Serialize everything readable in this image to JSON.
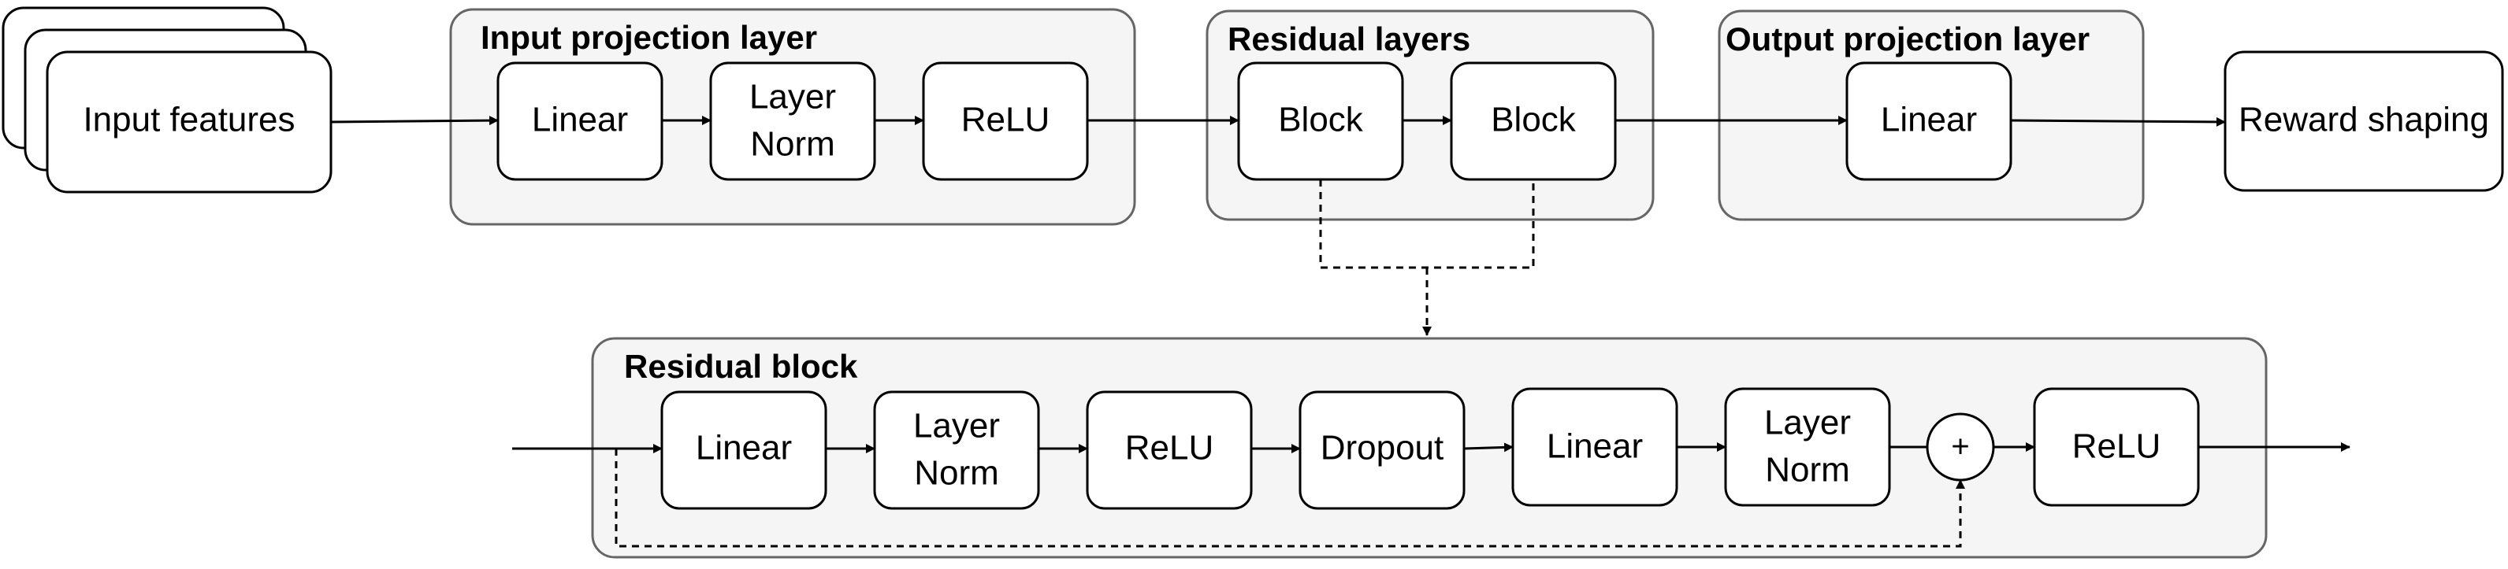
{
  "input_node": {
    "label": "Input features"
  },
  "input_projection": {
    "title": "Input projection layer",
    "nodes": [
      {
        "lines": [
          "Linear"
        ]
      },
      {
        "lines": [
          "Layer",
          "Norm"
        ]
      },
      {
        "lines": [
          "ReLU"
        ]
      }
    ]
  },
  "residual_layers": {
    "title": "Residual layers",
    "nodes": [
      {
        "lines": [
          "Block"
        ]
      },
      {
        "lines": [
          "Block"
        ]
      }
    ]
  },
  "output_projection": {
    "title": "Output projection layer",
    "nodes": [
      {
        "lines": [
          "Linear"
        ]
      }
    ]
  },
  "reward_node": {
    "label": "Reward shaping"
  },
  "residual_block": {
    "title": "Residual block",
    "nodes": [
      {
        "lines": [
          "Linear"
        ]
      },
      {
        "lines": [
          "Layer",
          "Norm"
        ]
      },
      {
        "lines": [
          "ReLU"
        ]
      },
      {
        "lines": [
          "Dropout"
        ]
      },
      {
        "lines": [
          "Linear"
        ]
      },
      {
        "lines": [
          "Layer",
          "Norm"
        ]
      }
    ],
    "sum_symbol": "+",
    "final_node": {
      "lines": [
        "ReLU"
      ]
    }
  }
}
